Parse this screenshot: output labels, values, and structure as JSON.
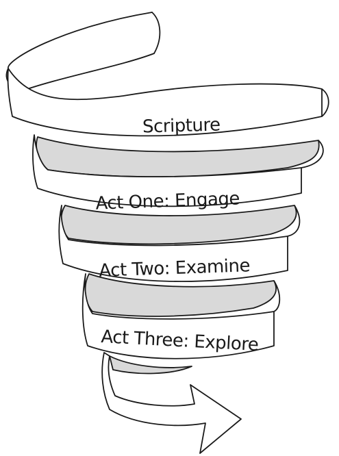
{
  "diagram": {
    "type": "spiral-ribbon",
    "bands": [
      {
        "label": "Scripture"
      },
      {
        "label": "Act One: Engage"
      },
      {
        "label": "Act Two: Examine"
      },
      {
        "label": "Act Three: Explore"
      }
    ],
    "colors": {
      "ribbon_front": "#ffffff",
      "ribbon_back": "#d9d9d9",
      "outline": "#1a1a1a"
    }
  }
}
